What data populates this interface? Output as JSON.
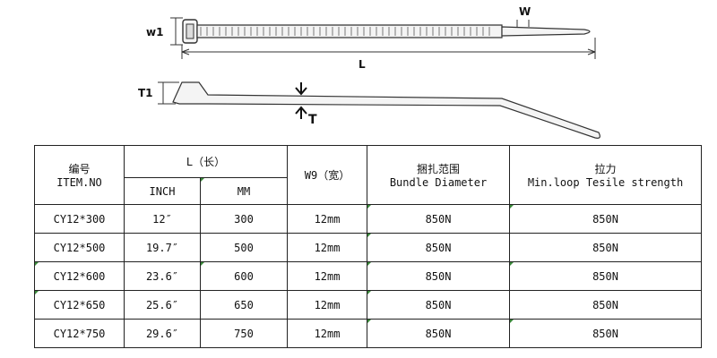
{
  "drawing": {
    "labels": {
      "w1": "w1",
      "w": "W",
      "l": "L",
      "t1": "T1",
      "t": "T"
    }
  },
  "table": {
    "headers": {
      "item_cn": "编号",
      "item_en": "ITEM.NO",
      "length": "L（长）",
      "inch": "INCH",
      "mm": "MM",
      "width": "W9（宽）",
      "bundle_cn": "捆扎范围",
      "bundle_en": "Bundle Diameter",
      "tensile_cn": "拉力",
      "tensile_en": "Min.loop Tesile strength"
    },
    "rows": [
      {
        "item": "CY12*300",
        "inch": "12″",
        "mm": "300",
        "width": "12mm",
        "bundle": "850N",
        "tensile": "850N"
      },
      {
        "item": "CY12*500",
        "inch": "19.7″",
        "mm": "500",
        "width": "12mm",
        "bundle": "850N",
        "tensile": "850N"
      },
      {
        "item": "CY12*600",
        "inch": "23.6″",
        "mm": "600",
        "width": "12mm",
        "bundle": "850N",
        "tensile": "850N"
      },
      {
        "item": "CY12*650",
        "inch": "25.6″",
        "mm": "650",
        "width": "12mm",
        "bundle": "850N",
        "tensile": "850N"
      },
      {
        "item": "CY12*750",
        "inch": "29.6″",
        "mm": "750",
        "width": "12mm",
        "bundle": "850N",
        "tensile": "850N"
      }
    ]
  }
}
